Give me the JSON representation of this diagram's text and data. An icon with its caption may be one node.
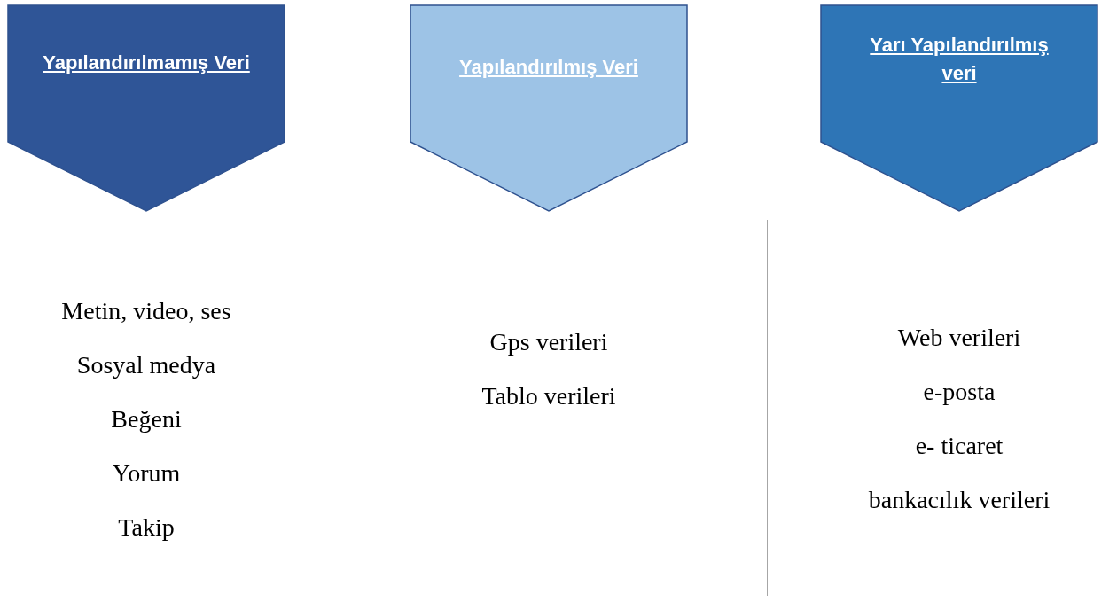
{
  "diagram": {
    "nodes": [
      {
        "text": [
          "Yapılandırılmamış Veri"
        ],
        "beside": [
          "Metin, video, ses",
          "Sosyal medya",
          "Beğeni",
          "Yorum",
          "Takip"
        ]
      },
      {
        "text": [
          "Yapılandırılmış Veri"
        ],
        "beside": [
          "Gps verileri",
          "Tablo verileri"
        ]
      },
      {
        "text": [
          "Yarı Yapılandırılmış veri"
        ],
        "beside": [
          "Web verileri",
          "e-posta",
          "e- ticaret",
          "bankacılık verileri"
        ]
      }
    ]
  }
}
